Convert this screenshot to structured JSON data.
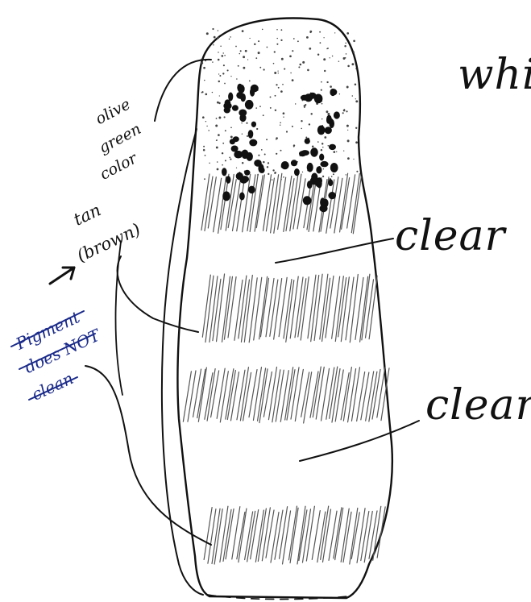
{
  "labels": {
    "top_right": "whi",
    "olive_line1": "olive",
    "olive_line2": "green",
    "olive_line3": "color",
    "tan_line1": "tan",
    "tan_line2": "(brown)",
    "clear_upper": "clear",
    "clear_lower": "clear",
    "pigment_line1": "Pigment",
    "pigment_line2": "does NOT",
    "pigment_line3": "clean"
  },
  "colors": {
    "ink": "#111111",
    "blue_ink": "#1a2a8a",
    "hatch": "#555555",
    "paper": "#ffffff"
  }
}
